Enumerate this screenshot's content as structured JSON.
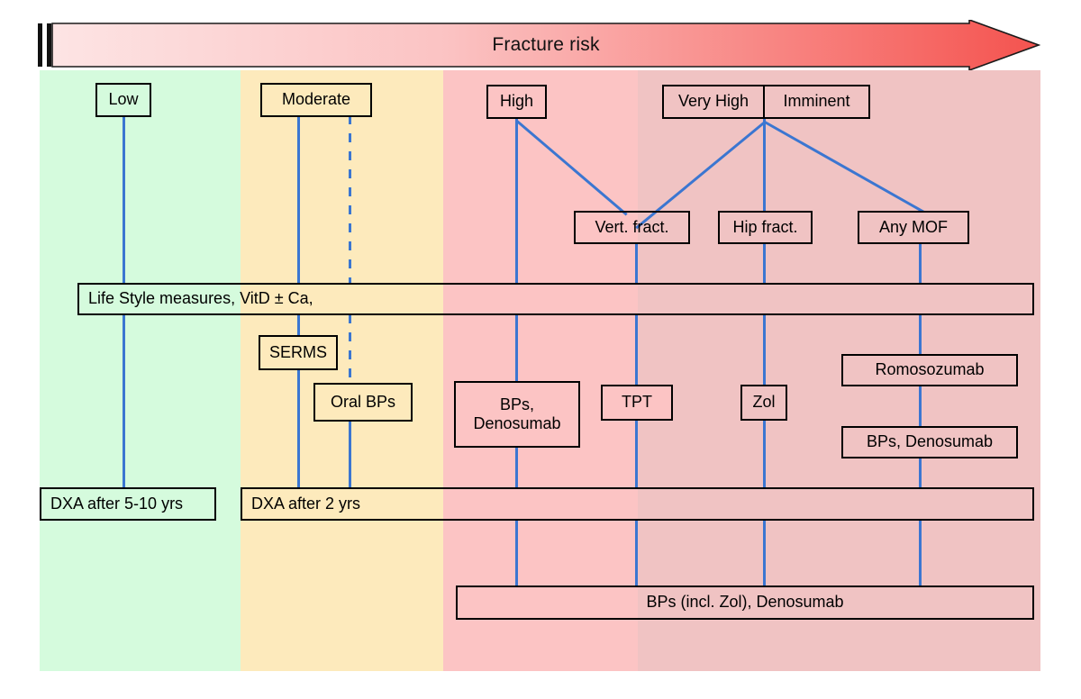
{
  "figure": {
    "title": "Fracture risk",
    "arrow_label": "Fracture risk",
    "colors": {
      "band_low": "#d5fbdd",
      "band_moderate": "#fdeabc",
      "band_high": "#fcc4c4",
      "band_veryhigh": "#f0c3c3",
      "connector": "#3b76d1",
      "box_border": "#000000",
      "arrow_start": "#fde2e2",
      "arrow_end": "#f4534f"
    }
  },
  "risk_bands": [
    {
      "name": "low",
      "label": "Low"
    },
    {
      "name": "moderate",
      "label": "Moderate"
    },
    {
      "name": "high",
      "label": "High"
    },
    {
      "name": "very-high",
      "label": "Very High"
    },
    {
      "name": "imminent",
      "label": "Imminent"
    }
  ],
  "risk_levels": {
    "low": "Low",
    "moderate": "Moderate",
    "high": "High",
    "very_high": "Very High",
    "imminent": "Imminent"
  },
  "fracture_types": {
    "vertebral": "Vert. fract.",
    "hip": "Hip fract.",
    "any_mof": "Any MOF"
  },
  "baseline": {
    "lifestyle": "Life Style measures, VitD ± Ca,"
  },
  "treatments": {
    "serms": "SERMS",
    "oral_bps": "Oral BPs",
    "bps_denosumab_high": "BPs,\nDenosumab",
    "tpt": "TPT",
    "zol": "Zol",
    "romosozumab": "Romosozumab",
    "bps_denosumab_mof": "BPs, Denosumab",
    "bps_zol_denosumab": "BPs (incl. Zol), Denosumab"
  },
  "followup": {
    "dxa_low": "DXA after 5-10 yrs",
    "dxa_other": "DXA after 2 yrs"
  }
}
